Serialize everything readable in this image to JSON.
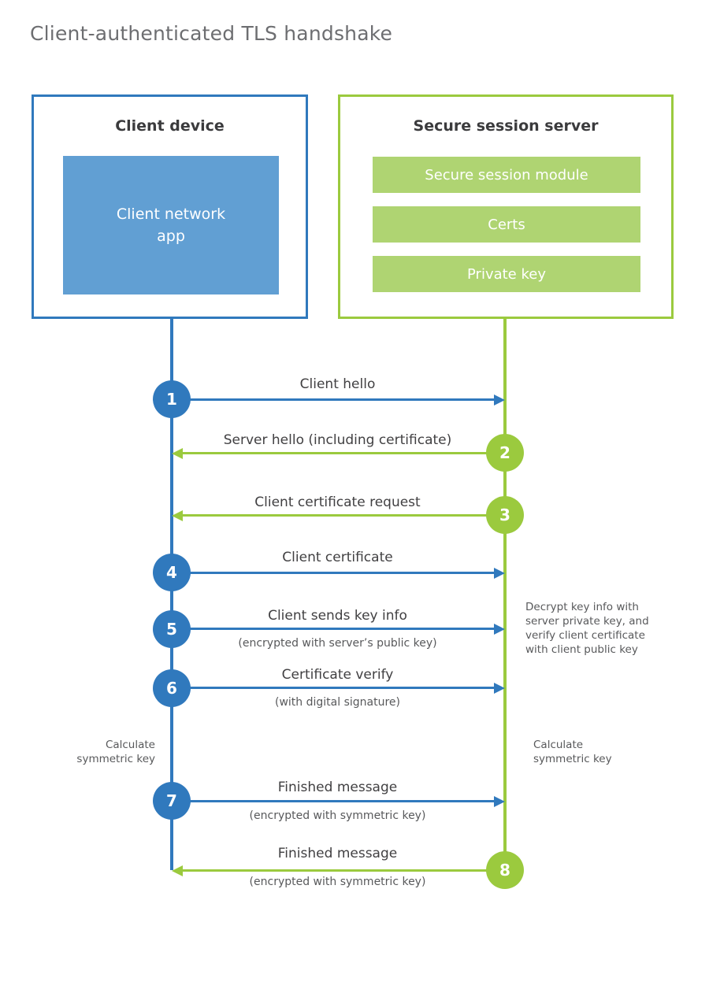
{
  "title": "Client-authenticated TLS handshake",
  "colors": {
    "client": "#3079bd",
    "client_fill": "#619fd3",
    "server": "#9bca3e",
    "server_fill": "#afd472",
    "title_text": "#6d6e71",
    "label_text": "#414042",
    "sublabel_text": "#58595b"
  },
  "client": {
    "title": "Client device",
    "app_label": "Client network\napp",
    "app_label_line1": "Client network",
    "app_label_line2": "app"
  },
  "server": {
    "title": "Secure session server",
    "components": [
      {
        "label": "Secure session module"
      },
      {
        "label": "Certs"
      },
      {
        "label": "Private key"
      }
    ]
  },
  "steps": [
    {
      "number": "1",
      "side": "client",
      "direction": "client-to-server",
      "label": "Client hello",
      "sublabel": ""
    },
    {
      "number": "2",
      "side": "server",
      "direction": "server-to-client",
      "label": "Server hello (including certificate)",
      "sublabel": ""
    },
    {
      "number": "3",
      "side": "server",
      "direction": "server-to-client",
      "label": "Client certificate request",
      "sublabel": ""
    },
    {
      "number": "4",
      "side": "client",
      "direction": "client-to-server",
      "label": "Client certificate",
      "sublabel": ""
    },
    {
      "number": "5",
      "side": "client",
      "direction": "client-to-server",
      "label": "Client sends key info",
      "sublabel": "(encrypted with server’s public key)"
    },
    {
      "number": "6",
      "side": "client",
      "direction": "client-to-server",
      "label": "Certificate verify",
      "sublabel": "(with digital signature)"
    },
    {
      "number": "7",
      "side": "client",
      "direction": "client-to-server",
      "label": "Finished message",
      "sublabel": "(encrypted with symmetric key)"
    },
    {
      "number": "8",
      "side": "server",
      "direction": "server-to-client",
      "label": "Finished message",
      "sublabel": "(encrypted with symmetric key)"
    }
  ],
  "notes": {
    "server_decrypt": {
      "line1": "Decrypt key info with",
      "line2": "server private key, and",
      "line3": "verify client certificate",
      "line4": "with client public key"
    },
    "client_calc": {
      "line1": "Calculate",
      "line2": "symmetric key"
    },
    "server_calc": {
      "line1": "Calculate",
      "line2": "symmetric key"
    }
  }
}
